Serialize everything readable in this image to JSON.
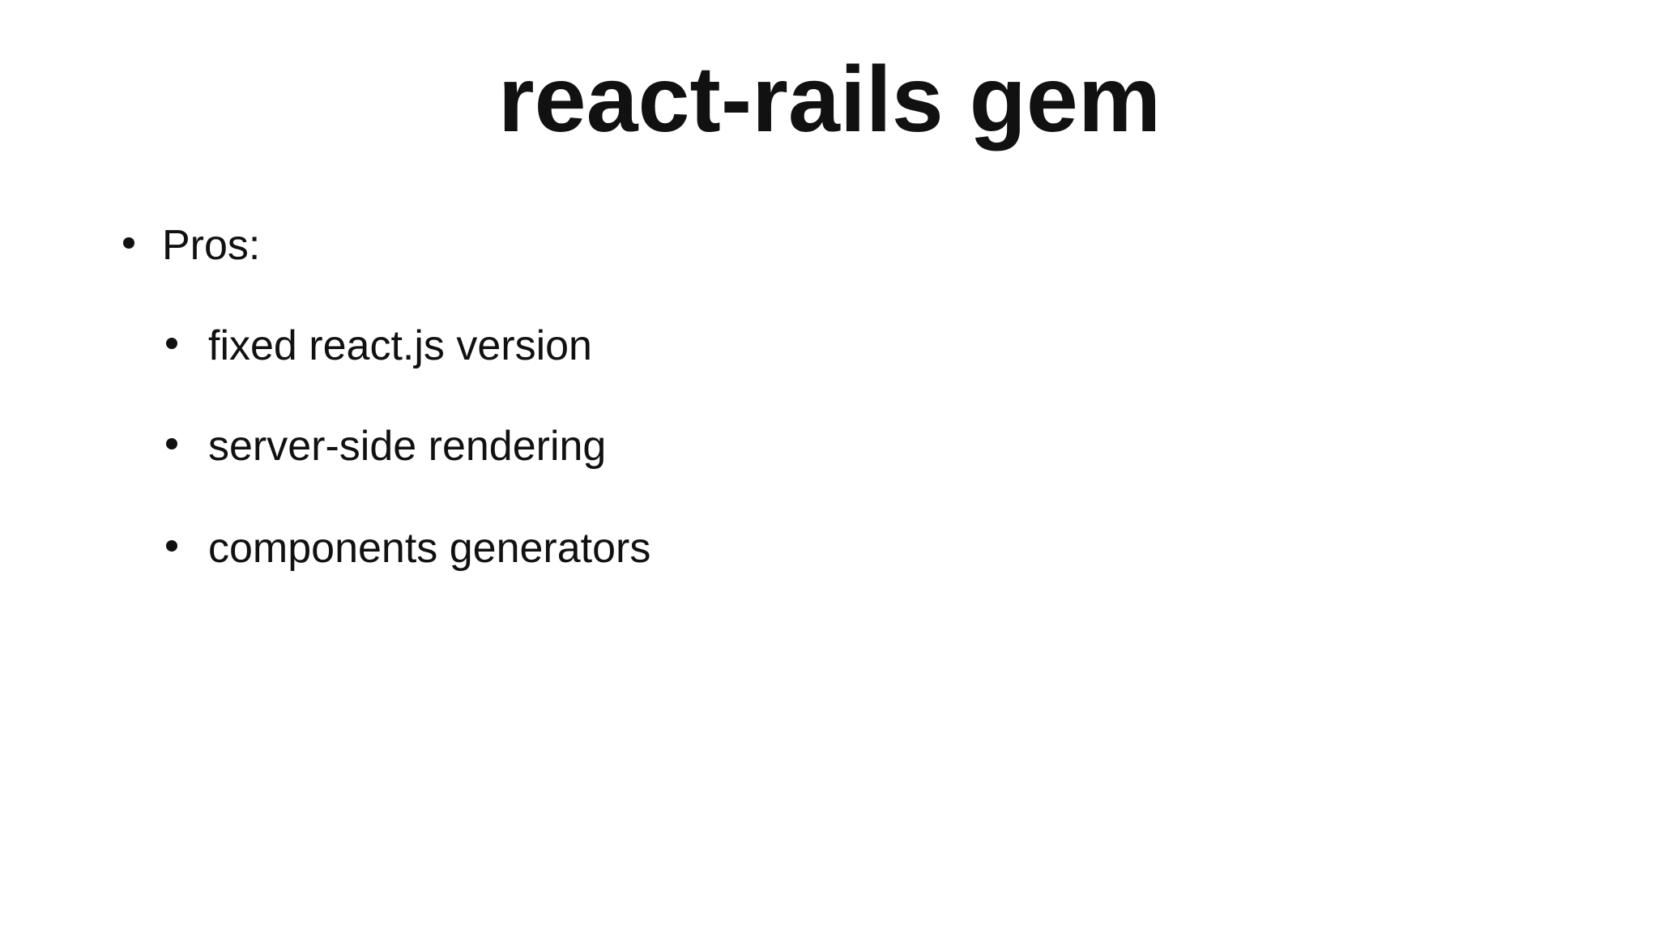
{
  "slide": {
    "title": "react-rails gem",
    "bullets": [
      {
        "label": "Pros:",
        "level": 1
      },
      {
        "label": "fixed react.js version",
        "level": 2
      },
      {
        "label": "server-side rendering",
        "level": 2
      },
      {
        "label": "components generators",
        "level": 2
      }
    ],
    "colors": {
      "background": "#ffffff",
      "text": "#111111"
    },
    "bullet_glyph": "filled-circle"
  }
}
